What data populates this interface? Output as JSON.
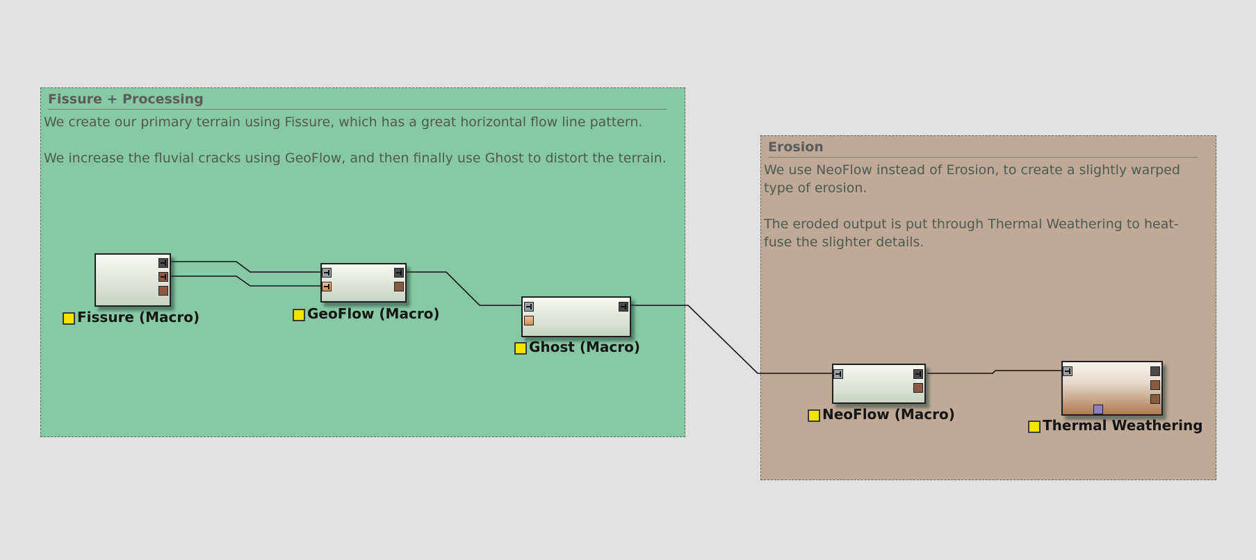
{
  "groups": {
    "fissure": {
      "title": "Fissure + Processing",
      "text": "We create our primary terrain using Fissure, which has a great horizontal flow line pattern.\n\nWe increase the fluvial cracks using GeoFlow, and then finally use Ghost to distort the terrain.",
      "color": "#88c9a5"
    },
    "erosion": {
      "title": "Erosion",
      "text": "We use NeoFlow instead of Erosion, to create a slightly warped type of erosion.\n\nThe eroded output is put through Thermal Weathering to heat-fuse the slighter details.",
      "color": "#c0a997"
    }
  },
  "nodes": {
    "fissure": {
      "label": "Fissure (Macro)"
    },
    "geoflow": {
      "label": "GeoFlow (Macro)"
    },
    "ghost": {
      "label": "Ghost (Macro)"
    },
    "neoflow": {
      "label": "NeoFlow (Macro)"
    },
    "thermal": {
      "label": "Thermal Weathering"
    }
  },
  "colors": {
    "canvas": "#e1e1e1",
    "flag": "#f2e300",
    "wire": "#111111"
  },
  "icons": {
    "flag": "yellow-square-flag",
    "port": "connector-port"
  }
}
